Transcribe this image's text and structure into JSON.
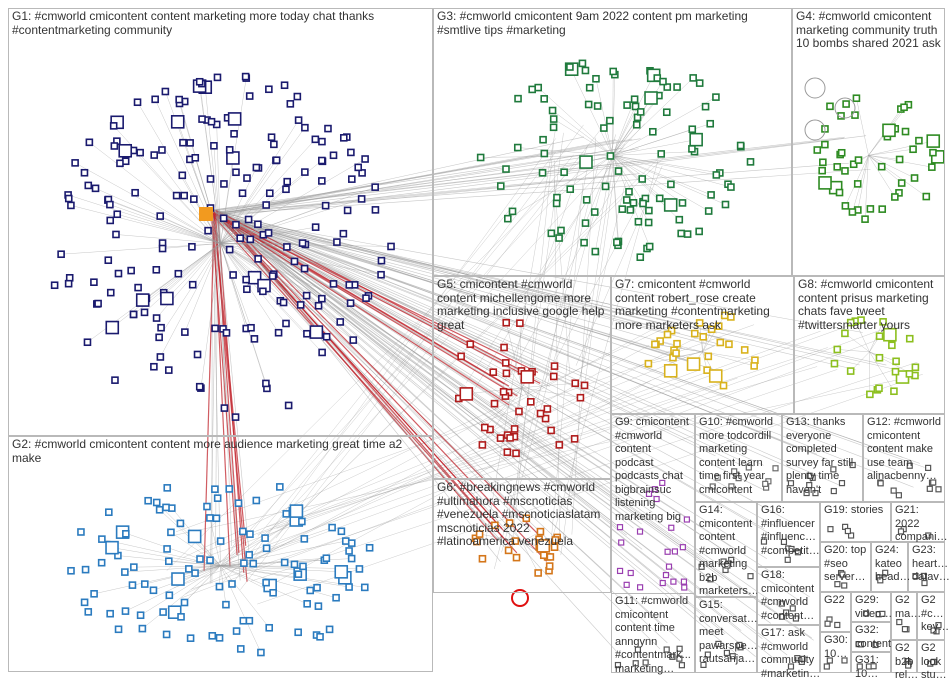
{
  "colors": {
    "background": "#ffffff",
    "border": "#b9b9b9",
    "edge": "#9a9a9a",
    "hub_edge": "#c0262d",
    "label_text": "#333333"
  },
  "groups": [
    {
      "id": "G1",
      "label": "G1: #cmworld cmicontent content marketing more today chat thanks #contentmarketing community",
      "node_color": "#1a1a6e",
      "font": 12
    },
    {
      "id": "G2",
      "label": "G2: #cmworld cmicontent content more audience marketing great time a2 make",
      "node_color": "#2b7bbf",
      "font": 12
    },
    {
      "id": "G3",
      "label": "G3: #cmworld cmicontent 9am 2022 content pm marketing #smtlive tips #marketing",
      "node_color": "#1f7a3c",
      "font": 12
    },
    {
      "id": "G4",
      "label": "G4: #cmworld cmicontent marketing community truth 10 bombs shared 2021 ask",
      "node_color": "#2e8b22",
      "font": 12
    },
    {
      "id": "G5",
      "label": "G5: cmicontent #cmworld content michellengome more marketing inclusive google help great",
      "node_color": "#b01c1c",
      "font": 12
    },
    {
      "id": "G6",
      "label": "G6: #breakingnews #cmworld #ultimahora #mscnoticias #venezuela #mscnoticiaslatam mscnoticias 2022 #latinoamerica venezuela",
      "node_color": "#d4761a",
      "font": 12
    },
    {
      "id": "G7",
      "label": "G7: cmicontent #cmworld content robert_rose create marketing #contentmarketing more marketers ask",
      "node_color": "#d9b21c",
      "font": 12
    },
    {
      "id": "G8",
      "label": "G8: #cmworld cmicontent content prisus marketing chats fave tweet #twittersmarter yours",
      "node_color": "#8cbf1e",
      "font": 12
    },
    {
      "id": "G9",
      "label": "G9: cmicontent #cmworld content podcast podcasts chat bigbrainsuc listening marketing big",
      "node_color": "#9a3fb0",
      "font": 11
    },
    {
      "id": "G10",
      "label": "G10: #cmworld more todcordill marketing content learn time first year cmicontent",
      "node_color": "#6b6b6b",
      "font": 11
    },
    {
      "id": "G11",
      "label": "G11: #cmworld cmicontent content time anngynn #contentmark... marketing…",
      "node_color": "#555555",
      "font": 11
    },
    {
      "id": "G12",
      "label": "G12: #cmworld cmicontent content make use team alinacbenny…",
      "node_color": "#555555",
      "font": 11
    },
    {
      "id": "G13",
      "label": "G13: thanks everyone completed survey far still plenty time haven't",
      "node_color": "#555555",
      "font": 11
    },
    {
      "id": "G14",
      "label": "G14: cmicontent content #cmworld marketing b2b marketers…",
      "node_color": "#555555",
      "font": 11
    },
    {
      "id": "G15",
      "label": "G15: conversat… meet pawarspe… rautsanja…",
      "node_color": "#555555",
      "font": 11
    },
    {
      "id": "G16",
      "label": "G16: #influencer #influenc… #competit…",
      "node_color": "#555555",
      "font": 11
    },
    {
      "id": "G17",
      "label": "G17: ask #cmworld community #marketin…",
      "node_color": "#555555",
      "font": 11
    },
    {
      "id": "G18",
      "label": "G18: cmicontent #cmworld #content…",
      "node_color": "#555555",
      "font": 11
    },
    {
      "id": "G19",
      "label": "G19: stories",
      "node_color": "#555555",
      "font": 11
    },
    {
      "id": "G20",
      "label": "G20: top #seo server…",
      "node_color": "#555555",
      "font": 11
    },
    {
      "id": "G21",
      "label": "G21: 2022 compani…",
      "node_color": "#555555",
      "font": 11
    },
    {
      "id": "G22",
      "label": "G22",
      "node_color": "#555555",
      "font": 11
    },
    {
      "id": "G23",
      "label": "G23: heart… datav…",
      "node_color": "#555555",
      "font": 11
    },
    {
      "id": "G24",
      "label": "G24: kateo head…",
      "node_color": "#555555",
      "font": 11
    },
    {
      "id": "G29",
      "label": "G29: video…",
      "node_color": "#555555",
      "font": 11
    },
    {
      "id": "G30",
      "label": "G30: 10…",
      "node_color": "#555555",
      "font": 11
    },
    {
      "id": "G31",
      "label": "G31: 10…",
      "node_color": "#555555",
      "font": 11
    },
    {
      "id": "G32",
      "label": "G32: content",
      "node_color": "#555555",
      "font": 11
    },
    {
      "id": "G2x",
      "label": "G2 ma…",
      "node_color": "#555555",
      "font": 11
    },
    {
      "id": "G2y",
      "label": "G2 #c… key…",
      "node_color": "#555555",
      "font": 11
    },
    {
      "id": "G2z",
      "label": "G2 b2b rel…",
      "node_color": "#555555",
      "font": 11
    },
    {
      "id": "G2w",
      "label": "G2 look stu…",
      "node_color": "#555555",
      "font": 11
    }
  ]
}
